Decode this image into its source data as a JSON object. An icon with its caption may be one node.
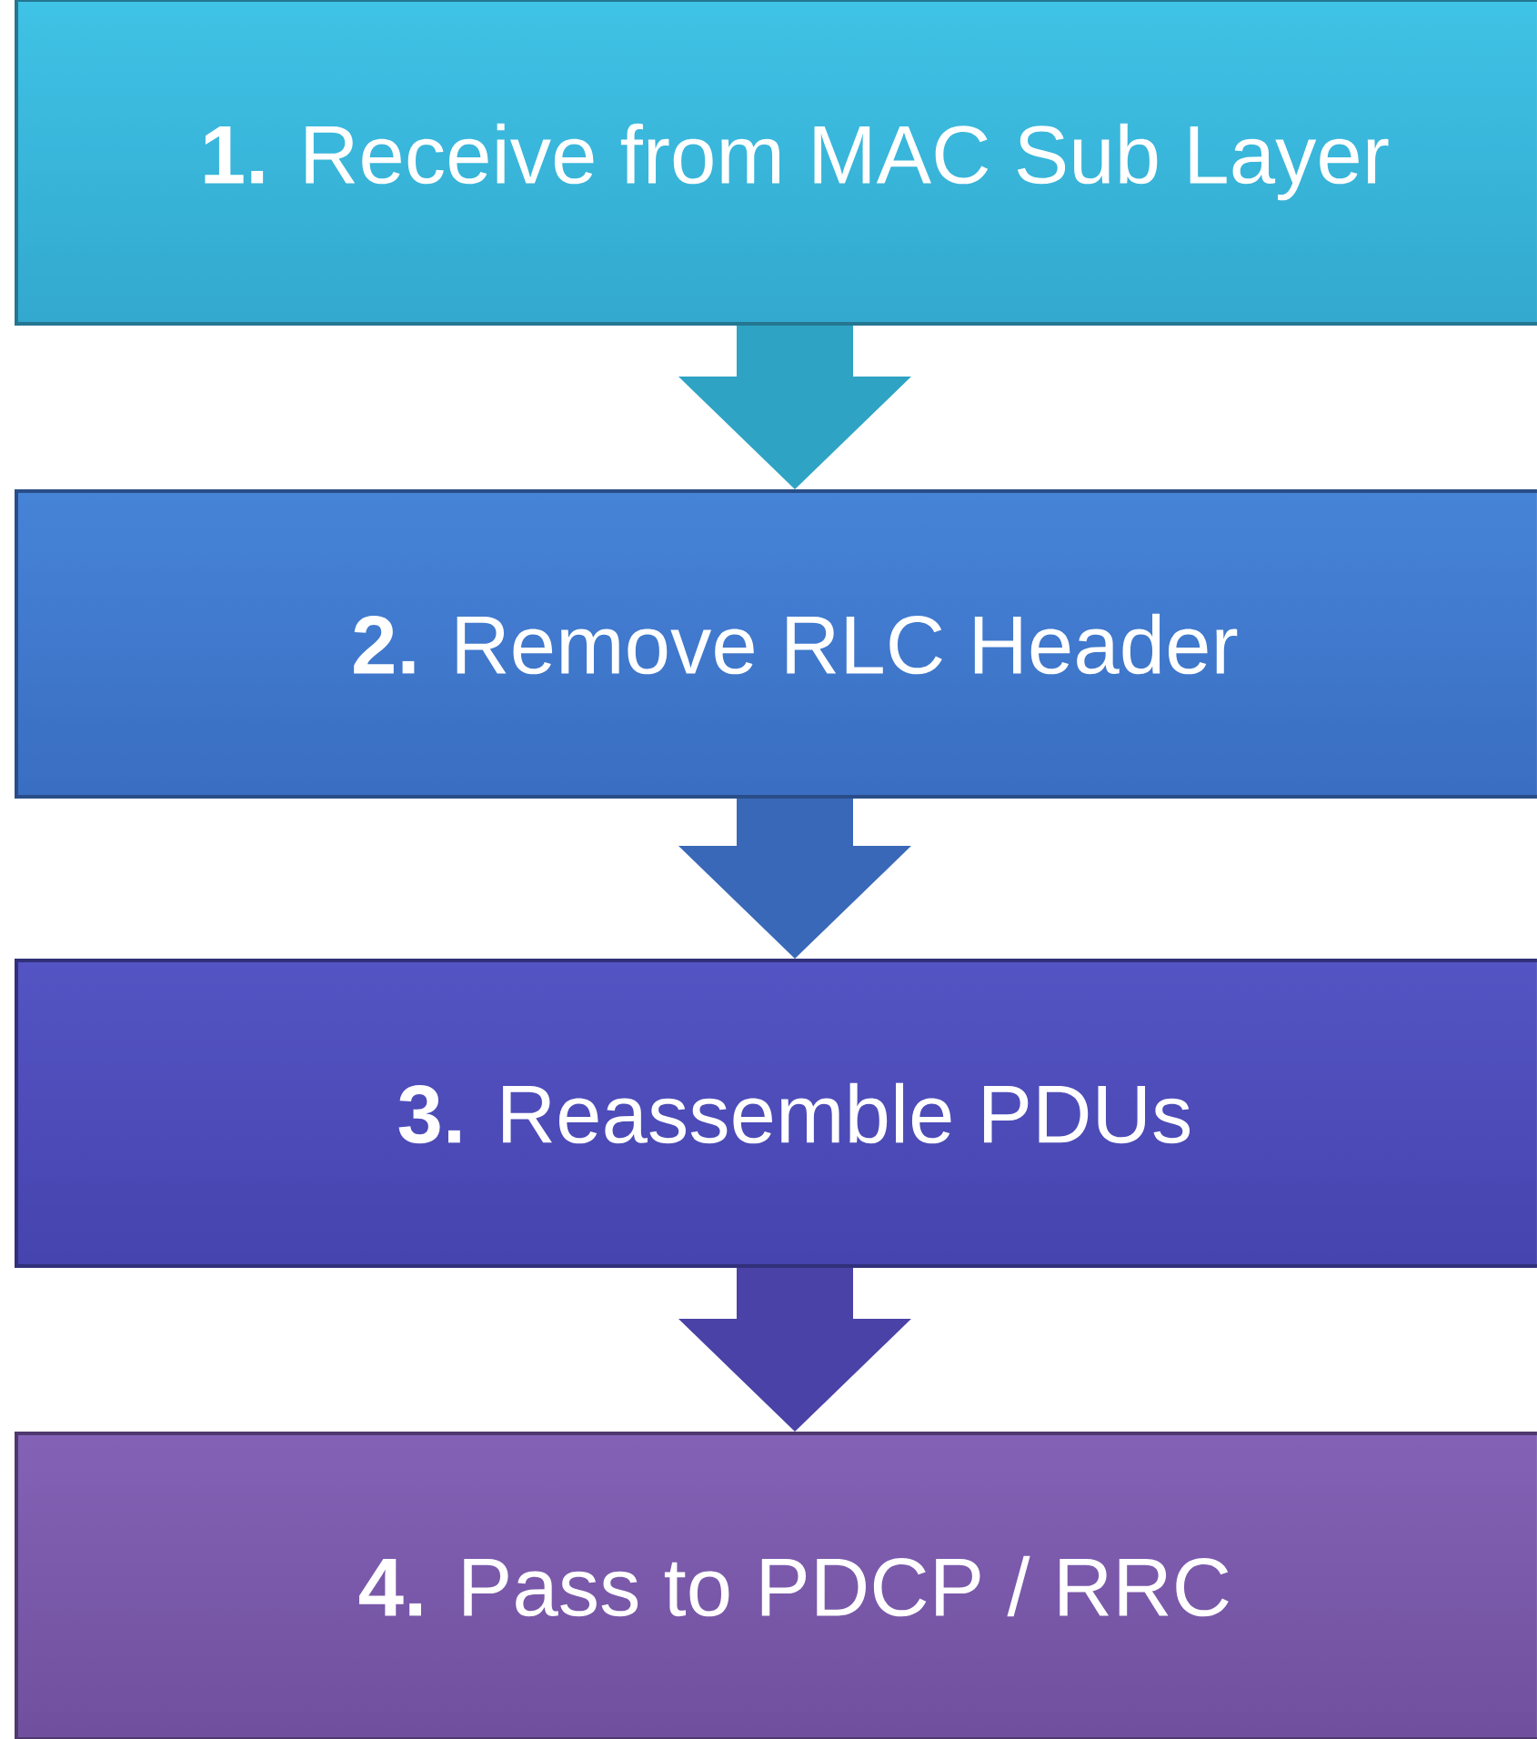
{
  "diagram": {
    "nodes": [
      {
        "text": [
          "**1.** Receive from MAC Sub Layer"
        ]
      },
      {
        "text": [
          "**2.** Remove RLC Header"
        ]
      },
      {
        "text": [
          "**3.** Reassemble PDUs"
        ]
      },
      {
        "text": [
          "**4.** Pass to PDCP / RRC"
        ]
      }
    ],
    "edges": [
      {
        "from": 0,
        "to": 1,
        "arrow": "to"
      },
      {
        "from": 1,
        "to": 2,
        "arrow": "to"
      },
      {
        "from": 2,
        "to": 3,
        "arrow": "to"
      }
    ]
  }
}
